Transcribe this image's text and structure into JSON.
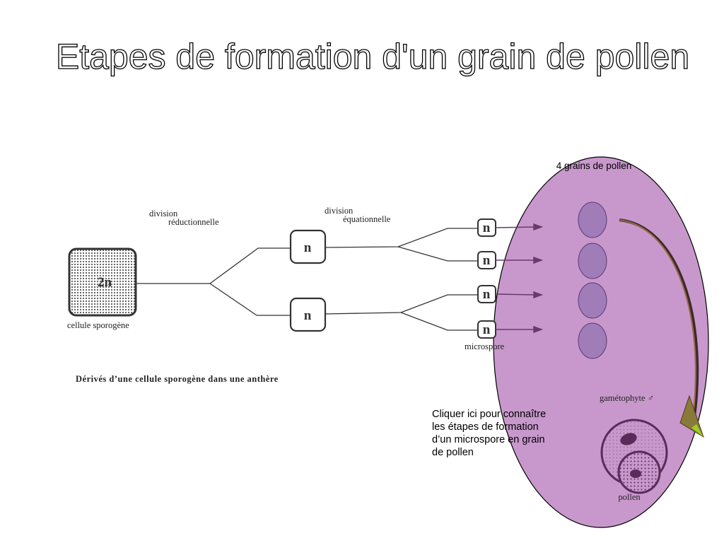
{
  "title": "Etapes de formation d'un grain de pollen",
  "diagram": {
    "sporogenous_cell": {
      "label": "2n",
      "caption": "cellule sporogène"
    },
    "division1": {
      "line1": "division",
      "line2": "réductionnelle"
    },
    "division2": {
      "line1": "division",
      "line2": "équationnelle"
    },
    "haploid_label": "n",
    "microspore_label": "microspore",
    "caption": "Dérivés d’une cellule sporogène dans une anthère"
  },
  "anther": {
    "grains_label": "4 grains de pollen",
    "gametophyte_label": "gamétophyte ♂",
    "pollen_label": "pollen",
    "colors": {
      "fill": "#c898cc",
      "grain": "#a07cb8",
      "pollen": "#5a2a5a"
    }
  },
  "link": {
    "lines": [
      "Cliquer ici pour connaître",
      "les étapes de formation",
      "d’un microspore en grain",
      "de pollen"
    ]
  }
}
